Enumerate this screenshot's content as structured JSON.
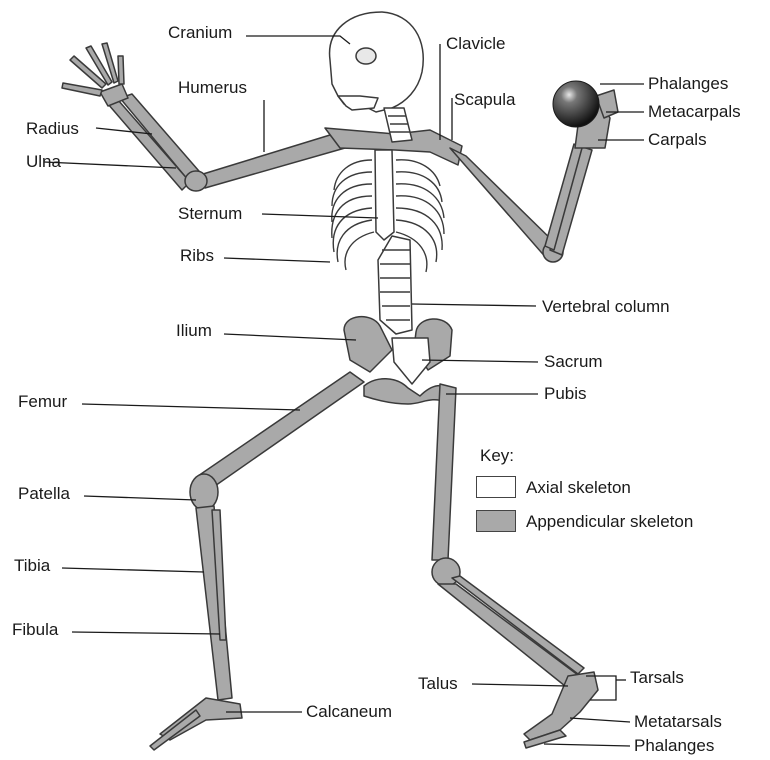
{
  "labels": {
    "cranium": "Cranium",
    "clavicle": "Clavicle",
    "humerus": "Humerus",
    "scapula": "Scapula",
    "radius": "Radius",
    "ulna": "Ulna",
    "phalanges_hand": "Phalanges",
    "metacarpals": "Metacarpals",
    "carpals": "Carpals",
    "sternum": "Sternum",
    "ribs": "Ribs",
    "vertebral_column": "Vertebral column",
    "ilium": "Ilium",
    "sacrum": "Sacrum",
    "pubis": "Pubis",
    "femur": "Femur",
    "patella": "Patella",
    "tibia": "Tibia",
    "fibula": "Fibula",
    "talus": "Talus",
    "tarsals": "Tarsals",
    "metatarsals": "Metatarsals",
    "phalanges_foot": "Phalanges",
    "calcaneum": "Calcaneum"
  },
  "key": {
    "title": "Key:",
    "items": [
      {
        "label": "Axial skeleton",
        "color": "#ffffff"
      },
      {
        "label": "Appendicular skeleton",
        "color": "#a9a9a9"
      }
    ]
  },
  "colors": {
    "axial": "#ffffff",
    "appendicular": "#a9a9a9",
    "outline": "#3a3a3a",
    "ball": "#2a2a2a"
  }
}
